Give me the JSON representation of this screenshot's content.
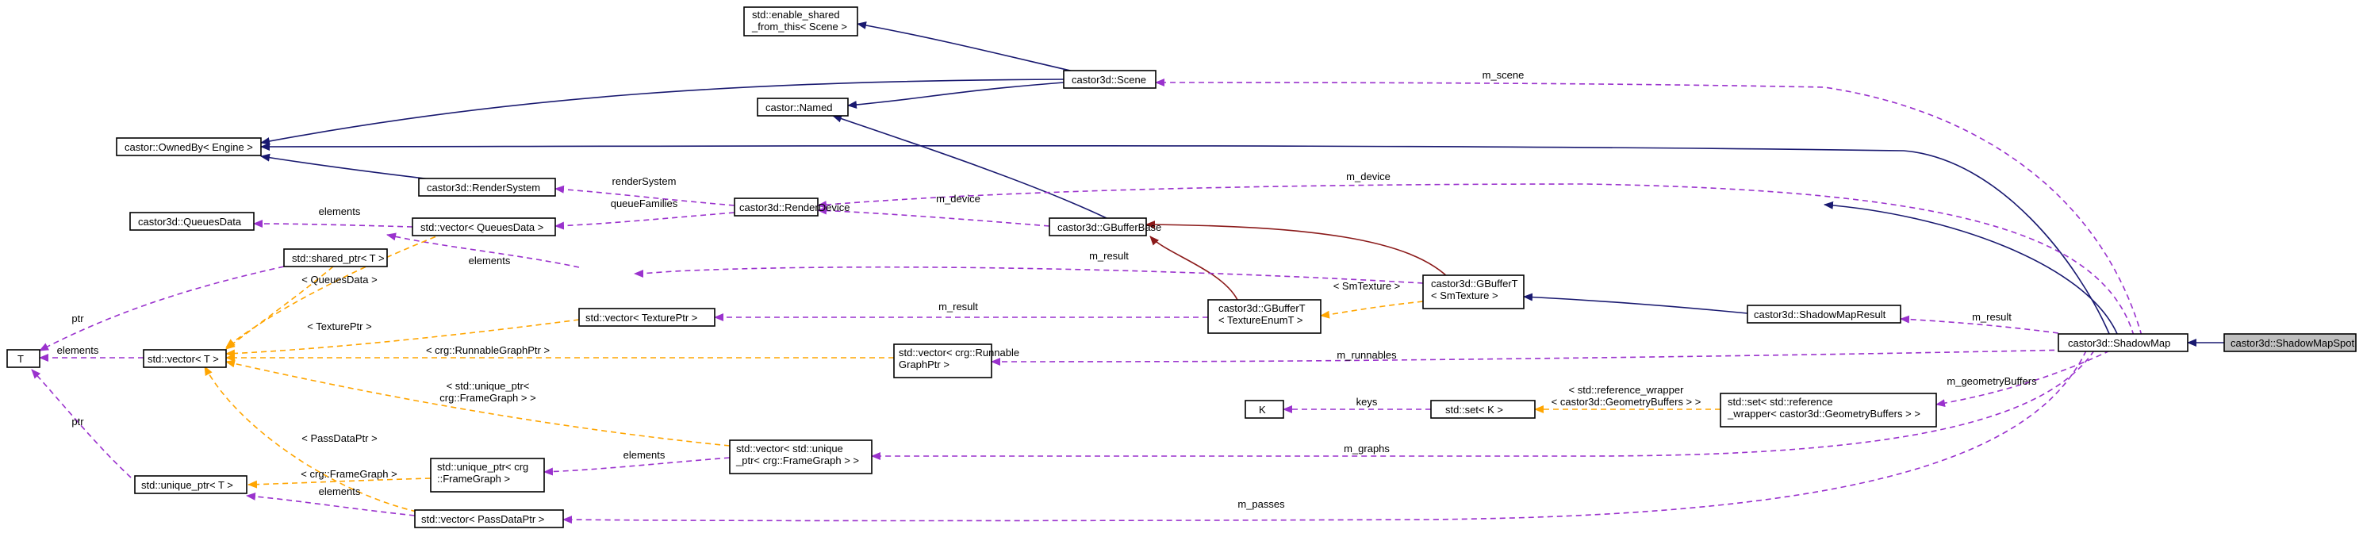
{
  "nodes": {
    "enable_shared": {
      "lines": [
        "std::enable_shared",
        "_from_this< Scene >"
      ]
    },
    "scene": {
      "lines": [
        "castor3d::Scene"
      ]
    },
    "named": {
      "lines": [
        "castor::Named"
      ]
    },
    "ownedby": {
      "lines": [
        "castor::OwnedBy< Engine >"
      ]
    },
    "rendersystem": {
      "lines": [
        "castor3d::RenderSystem"
      ]
    },
    "renderdevice": {
      "lines": [
        "castor3d::RenderDevice"
      ]
    },
    "gbufferbase": {
      "lines": [
        "castor3d::GBufferBase"
      ]
    },
    "queuesdata": {
      "lines": [
        "castor3d::QueuesData"
      ]
    },
    "vec_queuesdata": {
      "lines": [
        "std::vector< QueuesData >"
      ]
    },
    "shared_ptr": {
      "lines": [
        "std::shared_ptr< T >"
      ]
    },
    "T": {
      "lines": [
        "T"
      ]
    },
    "vector_T": {
      "lines": [
        "std::vector< T >"
      ]
    },
    "vec_textureptr": {
      "lines": [
        "std::vector< TexturePtr >"
      ]
    },
    "gbuffert_enum": {
      "lines": [
        "castor3d::GBufferT",
        "< TextureEnumT >"
      ]
    },
    "gbuffert_sm": {
      "lines": [
        "castor3d::GBufferT",
        "< SmTexture >"
      ]
    },
    "shadowmapresult": {
      "lines": [
        "castor3d::ShadowMapResult"
      ]
    },
    "shadowmap": {
      "lines": [
        "castor3d::ShadowMap"
      ]
    },
    "shadowmapspot": {
      "lines": [
        "castor3d::ShadowMapSpot"
      ]
    },
    "vec_runnable": {
      "lines": [
        "std::vector< crg::Runnable",
        "GraphPtr >"
      ]
    },
    "K": {
      "lines": [
        "K"
      ]
    },
    "set_K": {
      "lines": [
        "std::set< K >"
      ]
    },
    "set_refwrap": {
      "lines": [
        "std::set< std::reference",
        "_wrapper< castor3d::GeometryBuffers > >"
      ]
    },
    "vec_uniqueptr_fg": {
      "lines": [
        "std::vector< std::unique",
        "_ptr< crg::FrameGraph > >"
      ]
    },
    "unique_ptr_fg": {
      "lines": [
        "std::unique_ptr< crg",
        "::FrameGraph >"
      ]
    },
    "unique_ptr_T": {
      "lines": [
        "std::unique_ptr< T >"
      ]
    },
    "vec_passdataptr": {
      "lines": [
        "std::vector< PassDataPtr >"
      ]
    }
  },
  "edge_labels": {
    "m_scene": [
      "m_scene"
    ],
    "m_device": [
      "m_device"
    ],
    "rendersystem": [
      "renderSystem"
    ],
    "queuefamilies": [
      "queueFamilies"
    ],
    "rd_device": [
      "m_device"
    ],
    "qd_elements": [
      "elements"
    ],
    "sp_elements": [
      "elements"
    ],
    "m_result_top": [
      "m_result"
    ],
    "sm_texture": [
      "< SmTexture >"
    ],
    "m_result_mid": [
      "m_result"
    ],
    "m_result_right": [
      "m_result"
    ],
    "queuesdata_tpl": [
      "< QueuesData >"
    ],
    "textureptr_tpl": [
      "< TexturePtr >"
    ],
    "ptr_top": [
      "ptr"
    ],
    "elements_T": [
      "elements"
    ],
    "runnable_tpl": [
      "< crg::RunnableGraphPtr >"
    ],
    "m_runnables": [
      "m_runnables"
    ],
    "geometrybuffers_tpl": [
      "< std::reference_wrapper",
      "< castor3d::GeometryBuffers > >"
    ],
    "keys": [
      "keys"
    ],
    "m_geometrybuffers": [
      "m_geometryBuffers"
    ],
    "uniqueptr_tpl": [
      "< std::unique_ptr<",
      "crg::FrameGraph > >"
    ],
    "m_graphs": [
      "m_graphs"
    ],
    "ufg_elements": [
      "elements"
    ],
    "passdataptr_tpl": [
      "< PassDataPtr >"
    ],
    "framegraph_tpl": [
      "< crg::FrameGraph >"
    ],
    "upt_elements": [
      "elements"
    ],
    "ptr_bottom": [
      "ptr"
    ],
    "m_passes": [
      "m_passes"
    ]
  },
  "colors": {
    "inheritance": "#191970",
    "protected_inheritance": "#8b1a1a",
    "usage": "#9a32cd",
    "template": "#ffa500",
    "focus_fill": "#bfbfbf"
  }
}
